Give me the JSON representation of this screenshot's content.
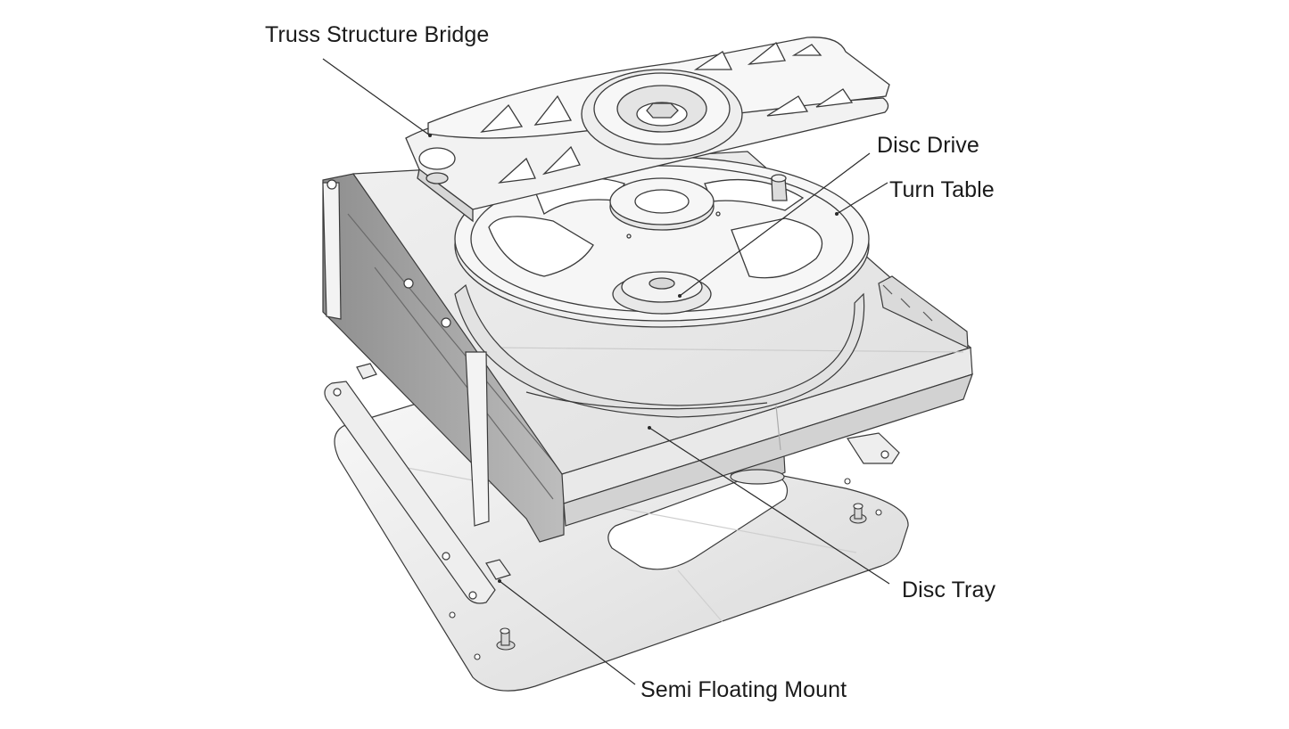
{
  "labels": {
    "truss_bridge": "Truss Structure Bridge",
    "disc_drive": "Disc Drive",
    "turn_table": "Turn Table",
    "disc_tray": "Disc Tray",
    "floating_mount": "Semi Floating Mount"
  },
  "colors": {
    "stroke": "#3a3a3a",
    "fill_light": "#f4f4f4",
    "fill_mid": "#dcdcdc",
    "fill_dark": "#9a9a9a",
    "label_text": "#1a1a1a"
  }
}
